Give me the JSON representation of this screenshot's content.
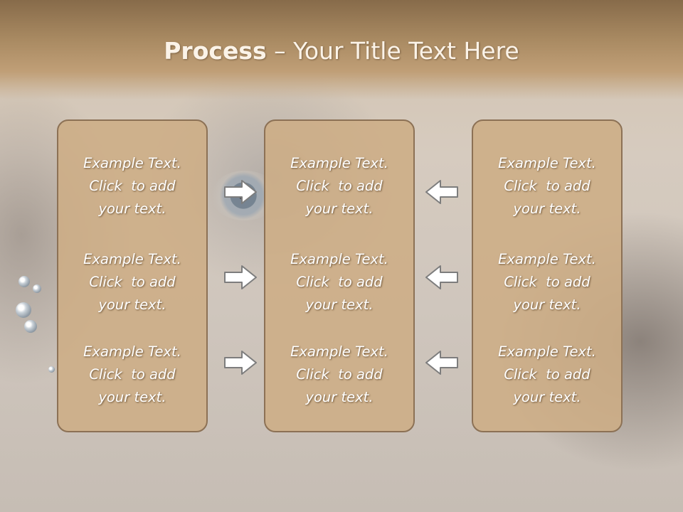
{
  "title": {
    "bold": "Process",
    "rest": " – Your Title Text Here"
  },
  "columns": [
    {
      "items": [
        [
          "Example Text.",
          "Click  to add",
          "your text."
        ],
        [
          "Example Text.",
          "Click  to add",
          "your text."
        ],
        [
          "Example Text.",
          "Click  to add",
          "your text."
        ]
      ]
    },
    {
      "items": [
        [
          "Example Text.",
          "Click  to add",
          "your text."
        ],
        [
          "Example Text.",
          "Click  to add",
          "your text."
        ],
        [
          "Example Text.",
          "Click  to add",
          "your text."
        ]
      ]
    },
    {
      "items": [
        [
          "Example Text.",
          "Click  to add",
          "your text."
        ],
        [
          "Example Text.",
          "Click  to add",
          "your text."
        ],
        [
          "Example Text.",
          "Click  to add",
          "your text."
        ]
      ]
    }
  ],
  "arrows": {
    "left_column": "right-arrow-icon",
    "right_column": "left-arrow-icon"
  },
  "colors": {
    "title_bar": "#a98a62",
    "box_fill": "#cdad85",
    "box_border": "#8c7155",
    "text": "#ffffff"
  }
}
